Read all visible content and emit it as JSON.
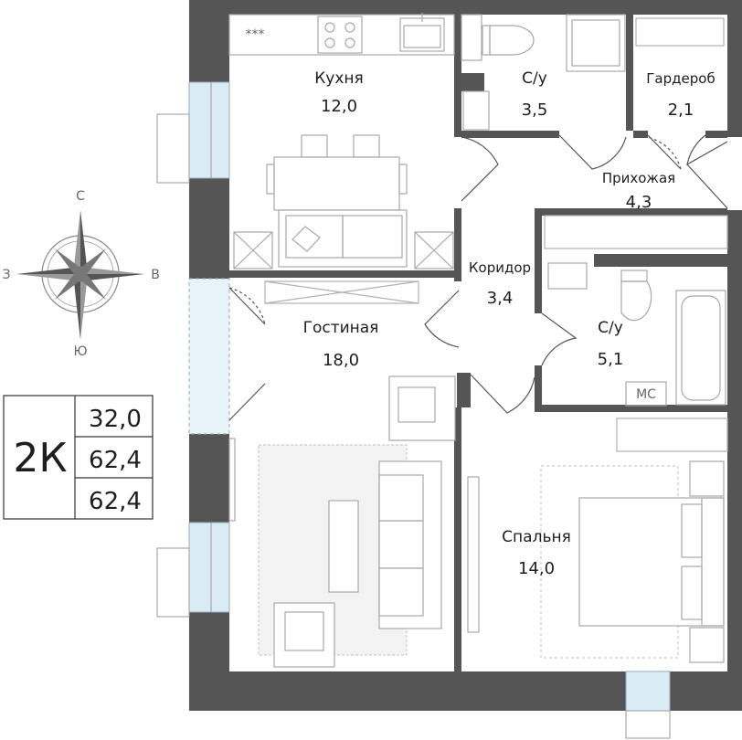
{
  "rooms": {
    "kitchen": {
      "name": "Кухня",
      "area": "12,0"
    },
    "bath1": {
      "name": "С/у",
      "area": "3,5"
    },
    "wardrobe": {
      "name": "Гардероб",
      "area": "2,1"
    },
    "hall": {
      "name": "Прихожая",
      "area": "4,3"
    },
    "corridor": {
      "name": "Коридор",
      "area": "3,4"
    },
    "bath2": {
      "name": "С/у",
      "area": "5,1"
    },
    "living": {
      "name": "Гостиная",
      "area": "18,0"
    },
    "bedroom": {
      "name": "Спальня",
      "area": "14,0"
    }
  },
  "compass": {
    "n": "С",
    "s": "Ю",
    "w": "З",
    "e": "В"
  },
  "apartment": {
    "type": "2К",
    "living_area": "32,0",
    "total_area": "62,4",
    "area_with_balcony": "62,4"
  },
  "fixtures": {
    "washer_label": "МС",
    "stove_symbol": "***"
  },
  "colors": {
    "wall": "#555555",
    "window": "#d9ecf5",
    "line": "#b9b9b9",
    "text": "#1e1e1e"
  }
}
